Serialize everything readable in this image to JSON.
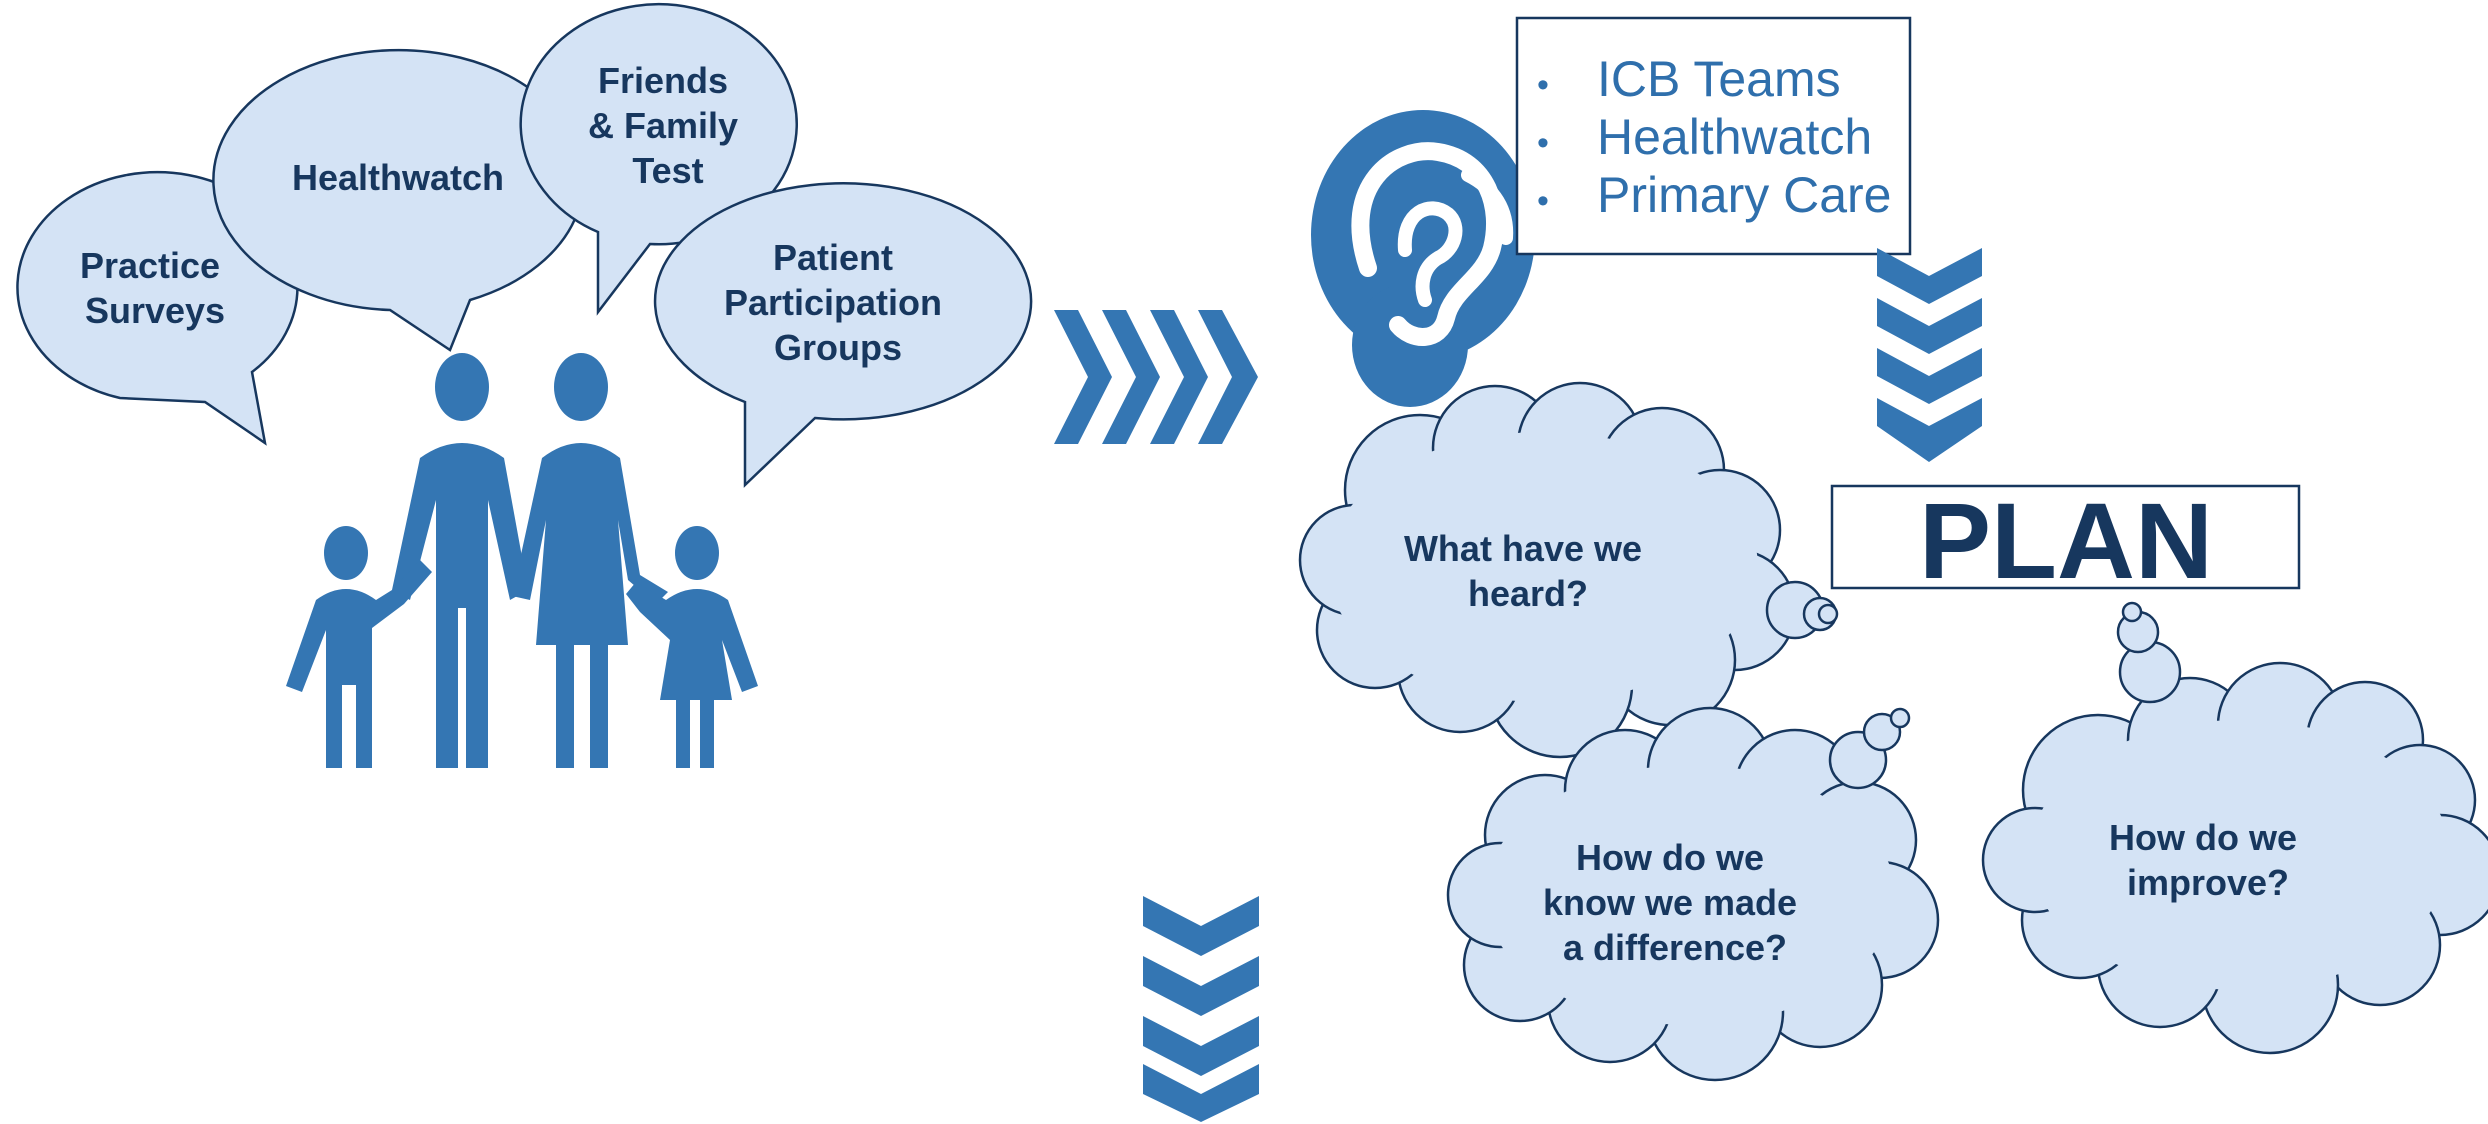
{
  "colors": {
    "primary_blue": "#3476b3",
    "bubble_fill": "#d4e3f5",
    "outline": "#17375e",
    "text_dark": "#17375e",
    "list_text": "#2f6fac"
  },
  "speech_bubbles": [
    {
      "lines": [
        "Practice",
        "Surveys"
      ]
    },
    {
      "lines": [
        "Healthwatch"
      ]
    },
    {
      "lines": [
        "Friends",
        "& Family",
        "Test"
      ]
    },
    {
      "lines": [
        "Patient",
        "Participation",
        "Groups"
      ]
    }
  ],
  "listening_box": {
    "bullet": "•",
    "items": [
      "ICB Teams",
      "Healthwatch",
      "Primary Care"
    ]
  },
  "plan_box": {
    "label": "PLAN"
  },
  "thought_clouds": [
    {
      "lines": [
        "What have we",
        "heard?"
      ]
    },
    {
      "lines": [
        "How do we",
        "know we made",
        "a difference?"
      ]
    },
    {
      "lines": [
        "How do we",
        "improve?"
      ]
    }
  ],
  "icons": {
    "family": "family-icon",
    "ear": "ear-icon",
    "right_chevrons": "chevron-right-icon",
    "down_chevrons": "chevron-down-icon"
  }
}
